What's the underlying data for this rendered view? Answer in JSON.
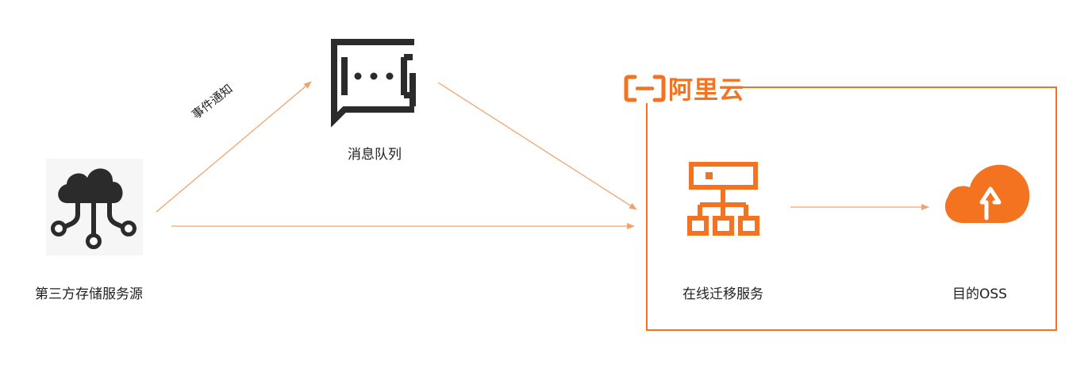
{
  "nodes": {
    "source": {
      "label": "第三方存储服务源"
    },
    "queue": {
      "label": "消息队列"
    },
    "migration": {
      "label": "在线迁移服务"
    },
    "oss": {
      "label": "目的OSS"
    }
  },
  "edges": {
    "event_notification": {
      "label": "事件通知"
    }
  },
  "brand": {
    "name": "阿里云"
  },
  "colors": {
    "accent": "#f37321",
    "arrow": "#f0a46c",
    "icon_dark": "#2b2b2b",
    "text": "#1f1f1f"
  },
  "icons": {
    "source": "cloud-network-icon",
    "queue": "chat-bubble-icon",
    "migration": "hierarchy-icon",
    "oss": "cloud-upload-icon"
  }
}
